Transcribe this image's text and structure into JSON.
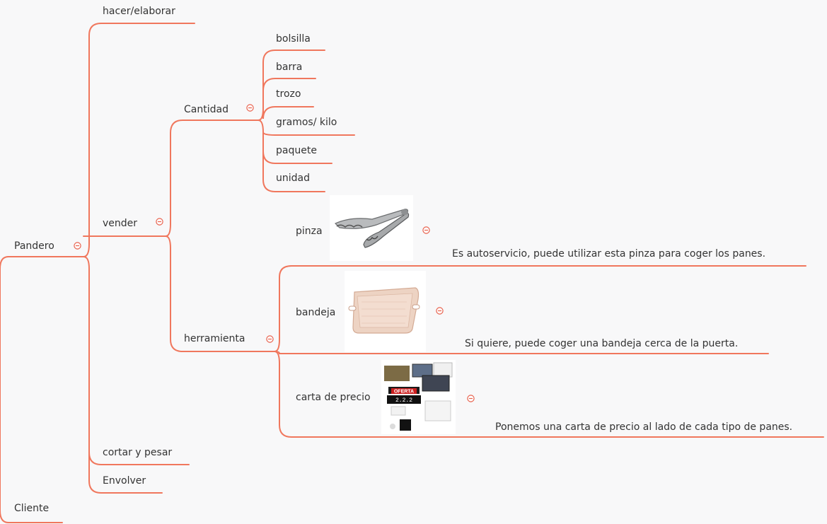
{
  "root": {
    "label": "Pandero"
  },
  "branches": {
    "hacer": "hacer/elaborar",
    "vender": "vender",
    "cortar": "cortar y pesar",
    "envolver": "Envolver"
  },
  "cliente": "Cliente",
  "cantidad": {
    "label": "Cantidad",
    "items": [
      "bolsilla",
      "barra",
      "trozo",
      "gramos/ kilo",
      "paquete",
      "unidad"
    ]
  },
  "herramienta": {
    "label": "herramienta",
    "pinza": {
      "label": "pinza",
      "note": "Es autoservicio, puede utilizar esta pinza para coger los panes."
    },
    "bandeja": {
      "label": "bandeja",
      "note": "Si quiere, puede coger una bandeja cerca de la puerta."
    },
    "carta": {
      "label": "carta de precio",
      "note": "Ponemos una carta de precio al lado de cada tipo de panes.",
      "sign_text": "OFERTA",
      "sign_digits": "2.2.2"
    }
  },
  "colors": {
    "branch": "#f0775d",
    "collapse": "#e8604c",
    "text": "#333333",
    "background": "#f8f8f9"
  }
}
